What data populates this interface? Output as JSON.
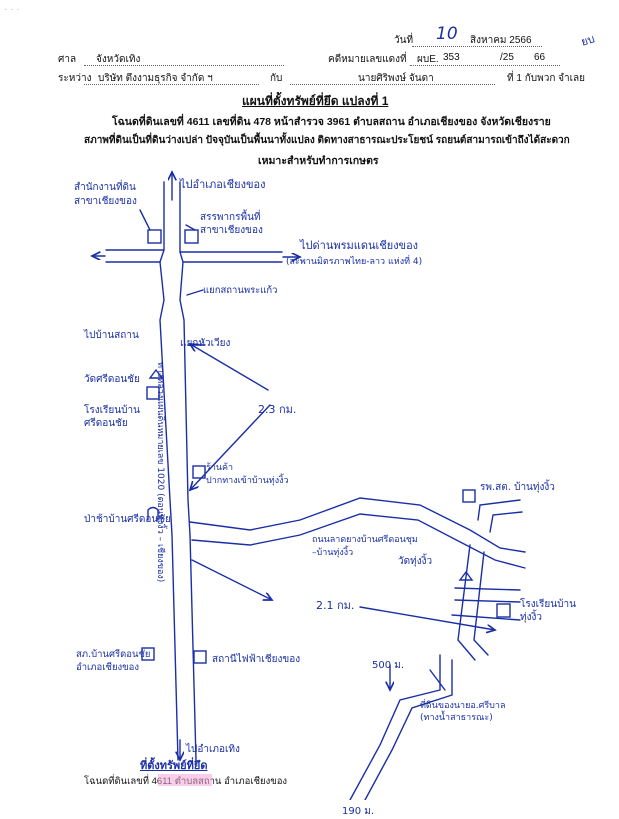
{
  "header": {
    "date_label": "วันที่",
    "day": "10",
    "month_year": "สิงหาคม 2566",
    "corner_mark": "ยบ",
    "court_label": "ศาล",
    "court": "จังหวัดเทิง",
    "case_label": "คดีหมายเลขแดงที่",
    "case_prefix": "ผบE.",
    "case_no": "353",
    "case_year_prefix": "/25",
    "case_year": "66",
    "between_label": "ระหว่าง",
    "plaintiff": "บริษัท ตึงงามธุรกิจ จำกัด ฯ",
    "with_label": "กับ",
    "defendant": "นายศิริพงษ์ จันดา",
    "party_suffix": "ที่ 1 กับพวก จำเลย"
  },
  "title": "แผนที่ตั้งทรัพย์ที่ยึด แปลงที่ 1",
  "subtitle_lines": [
    "โฉนดที่ดินเลขที่ 4611 เลขที่ดิน 478 หน้าสำรวจ 3961 ตำบลสถาน อำเภอเชียงของ จังหวัดเชียงราย",
    "สภาพที่ดินเป็นที่ดินว่างเปล่า ปัจจุบันเป็นพื้นนาทั้งแปลง ติดทางสาธารณะประโยชน์ รถยนต์สามารถเข้าถึงได้สะดวก",
    "เหมาะสำหรับทำการเกษตร"
  ],
  "map_labels": {
    "to_chiang_khong": "ไปอำเภอเชียงของ",
    "land_office": "สำนักงานที่ดิน\nสาขาเชียงของ",
    "revenue_office": "สรรพากรพื้นที่\nสาขาเชียงของ",
    "to_border": "ไปด่านพรมแดนเชียงของ",
    "border_note": "(สะพานมิตรภาพไทย-ลาว แห่งที่ 4)",
    "junction_phra_kaew": "แยกสถานพระแก้ว",
    "to_ban_sathan": "ไปบ้านสถาน",
    "junction_hua_wiang": "แยกหัวเวียง",
    "wat_si_don_chai": "วัดศรีดอนชัย",
    "school_si_don_chai": "โรงเรียนบ้าน\nศรีดอนชัย",
    "highway": "ทางหลวงแผ่นดินหมายเลข 1020 (ตอนทุ่งงิ้ว – เชียงของ)",
    "distance_1": "2.3 กม.",
    "shop_junction": "ร้านค้า\nปากทางเข้าบ้านทุ่งงิ้ว",
    "hospital": "รพ.สต. บ้านทุ่งงิ้ว",
    "cemetery": "ป่าช้าบ้านศรีดอนชัย",
    "road_to_village": "ถนนลาดยางบ้านศรีดอนชุม\n–บ้านทุ่งงิ้ว",
    "wat_thung_ngio": "วัดทุ่งงิ้ว",
    "school_thung_ngio": "โรงเรียนบ้าน\nทุ่งงิ้ว",
    "distance_2": "2.1 กม.",
    "police": "สภ.บ้านศรีดอนชัย\nอำเภอเชียงของ",
    "electricity": "สถานีไฟฟ้าเชียงของ",
    "distance_3": "500 ม.",
    "distance_4": "190 ม.",
    "property_note": "ที่ดินของนายอ.ศรีบาล\n(ทางน้ำสาธารณะ)",
    "to_thoeng": "ไปอำเภอเทิง"
  },
  "footer": {
    "property_label": "ที่ตั้งทรัพย์ที่ยึด",
    "deed_text": "โฉนดที่ดินเลขที่ 4611 ตำบลสถาน อำเภอเชียงของ"
  },
  "colors": {
    "ink": "#1a2fa6",
    "highlight": "#f2a6d8",
    "text": "#111111"
  }
}
